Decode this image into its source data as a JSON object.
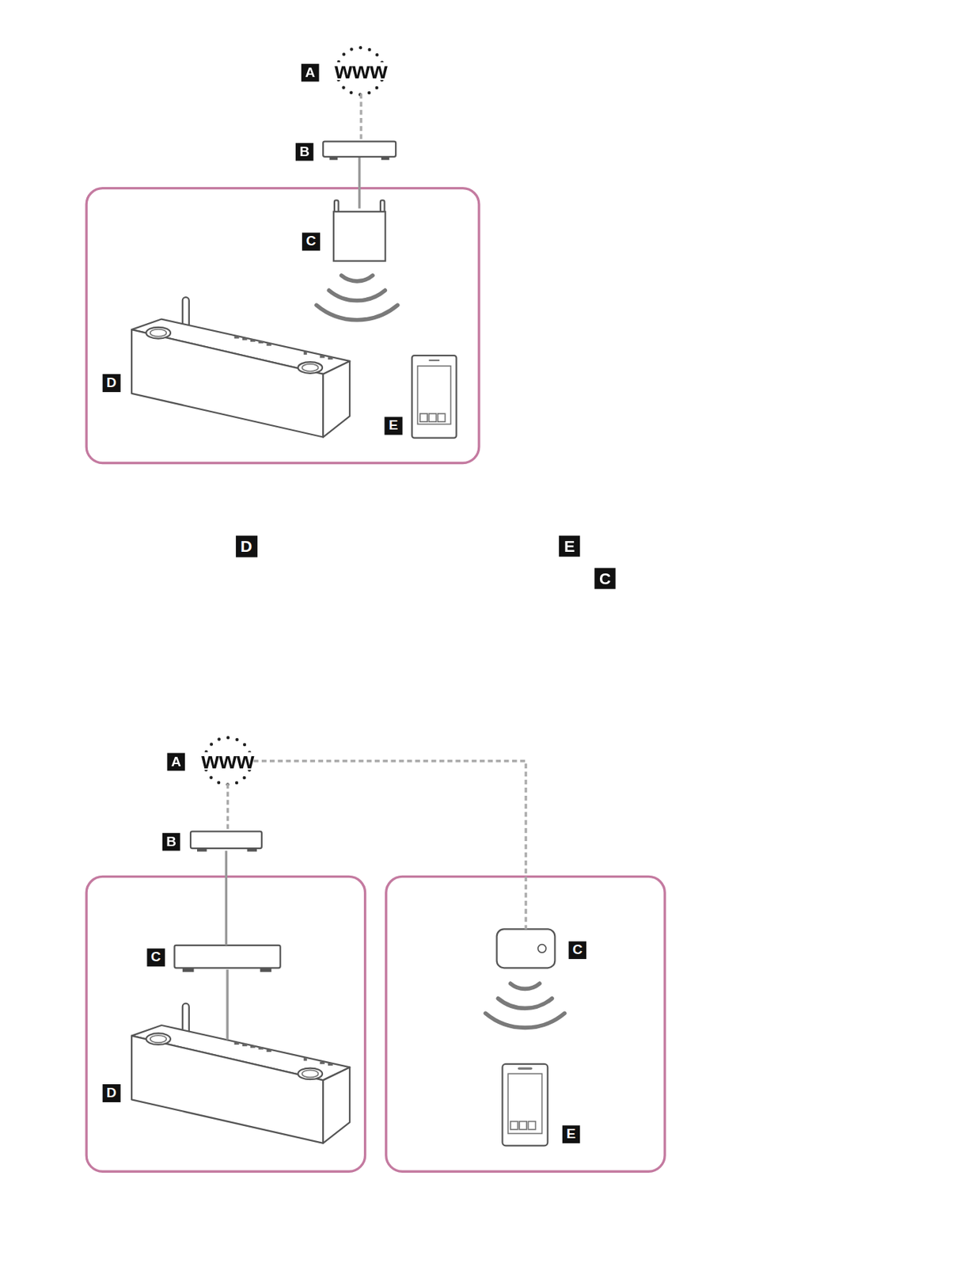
{
  "diagram": {
    "nodes": [
      {
        "text": [
          "A",
          "www"
        ]
      },
      {
        "text": [
          "B"
        ]
      },
      {
        "text": [
          "C"
        ]
      },
      {
        "text": [
          "D"
        ]
      },
      {
        "text": [
          "E"
        ]
      },
      {
        "text": [
          "A",
          "www"
        ]
      },
      {
        "text": [
          "B"
        ]
      },
      {
        "text": [
          "C"
        ]
      },
      {
        "text": [
          "D"
        ]
      },
      {
        "text": [
          "C"
        ]
      },
      {
        "text": [
          "E"
        ]
      }
    ],
    "edges": [
      {
        "from": 0,
        "to": 1,
        "arrow": "none"
      },
      {
        "from": 1,
        "to": 2,
        "arrow": "none"
      },
      {
        "from": 5,
        "to": 6,
        "arrow": "none"
      },
      {
        "from": 6,
        "to": 7,
        "arrow": "none"
      },
      {
        "from": 7,
        "to": 8,
        "arrow": "none"
      },
      {
        "from": 5,
        "to": 9,
        "arrow": "none"
      }
    ],
    "labels": [
      "D",
      "E",
      "C"
    ]
  }
}
